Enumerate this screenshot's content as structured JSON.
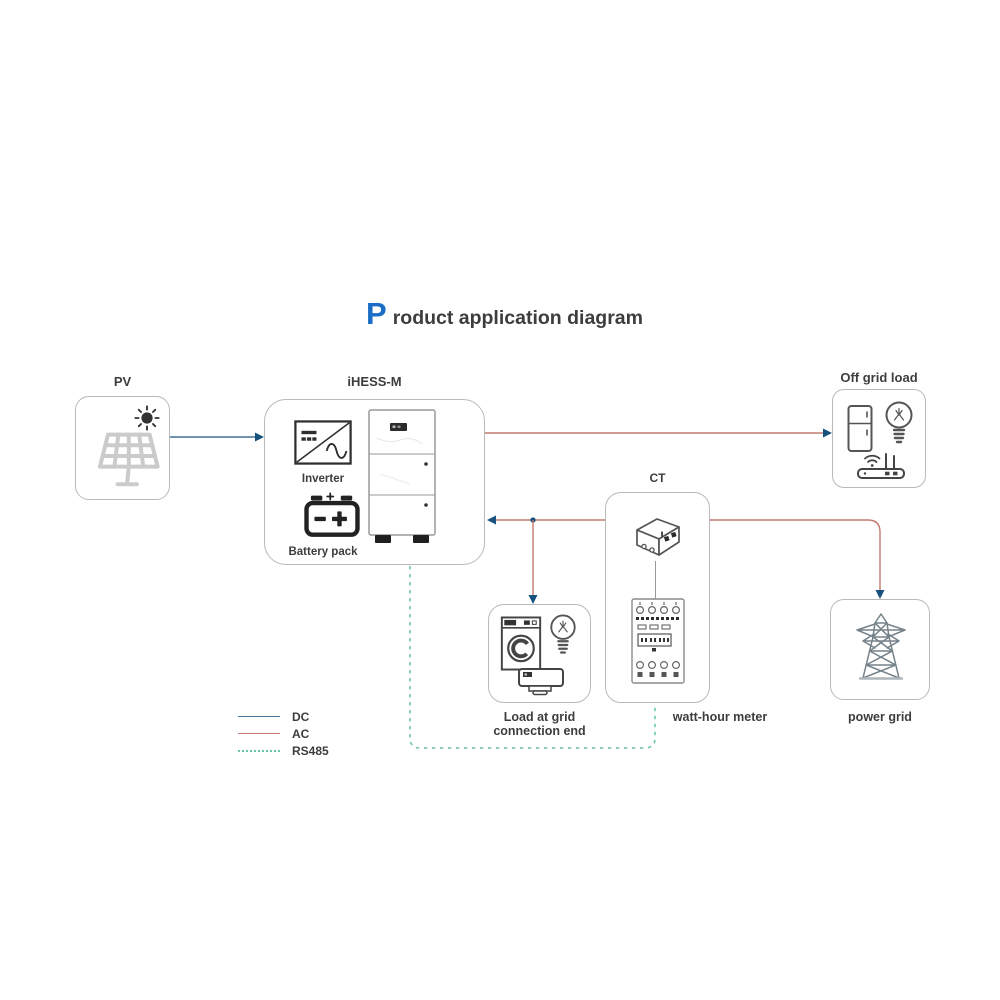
{
  "title": {
    "accent": "P",
    "rest": "roduct application diagram"
  },
  "colors": {
    "dc": "#44719a",
    "ac": "#c27a71",
    "rs485": "#67c5a2",
    "arrow": "#17517e",
    "accent": "#1b6ec7",
    "text": "#3d3d3d",
    "border": "#b9b9b9"
  },
  "nodes": {
    "pv": {
      "label": "PV"
    },
    "ihess": {
      "label": "iHESS-M",
      "inverter": "Inverter",
      "battery": "Battery pack"
    },
    "off_grid_load": {
      "label": "Off grid load"
    },
    "ct": {
      "label": "CT"
    },
    "watt_hour_meter": {
      "label": "watt-hour meter"
    },
    "grid_load": {
      "line1": "Load at grid",
      "line2": "connection end"
    },
    "power_grid": {
      "label": "power grid"
    }
  },
  "legend": {
    "items": [
      {
        "label": "DC",
        "type": "dc"
      },
      {
        "label": "AC",
        "type": "ac"
      },
      {
        "label": "RS485",
        "type": "rs485"
      }
    ]
  },
  "connections": [
    {
      "from": "pv",
      "to": "ihess",
      "type": "DC"
    },
    {
      "from": "ihess",
      "to": "off_grid_load",
      "type": "AC"
    },
    {
      "from": "grid_line",
      "to": "ihess",
      "type": "AC"
    },
    {
      "from": "grid_line",
      "to": "grid_load",
      "type": "AC"
    },
    {
      "from": "grid_line",
      "to": "power_grid",
      "type": "AC"
    },
    {
      "from": "ihess",
      "to": "watt_hour_meter",
      "type": "RS485"
    }
  ]
}
